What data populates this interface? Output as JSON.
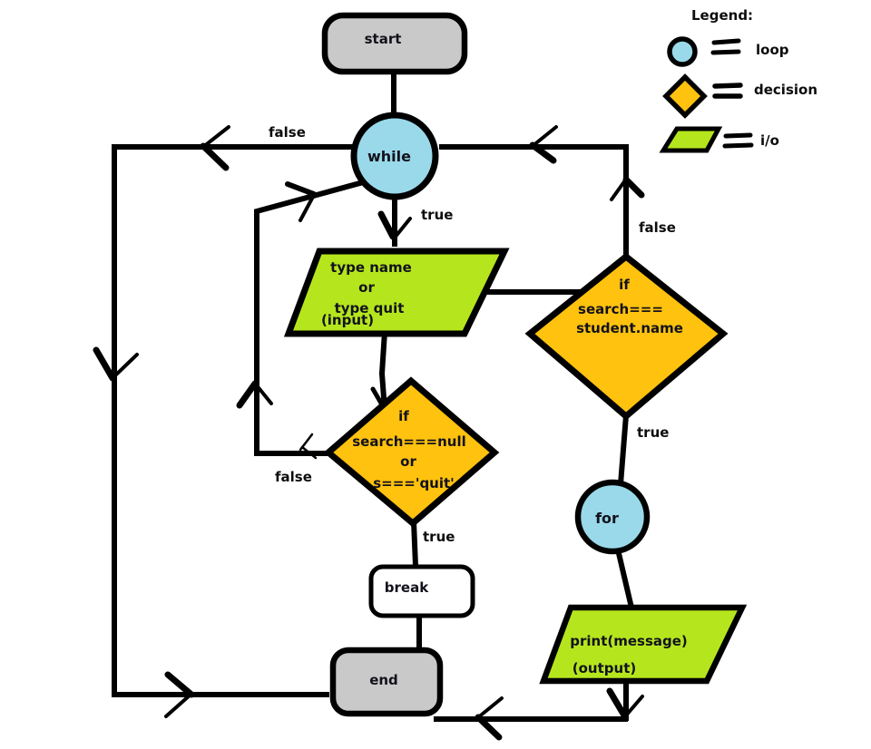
{
  "colors": {
    "loop_fill": "#99D9EA",
    "decision_fill": "#FFC20E",
    "io_fill": "#B5E61D",
    "terminal_fill": "#C9C9C9",
    "process_fill": "#FFFFFF",
    "stroke": "#000000"
  },
  "legend": {
    "title": "Legend:",
    "loop_label": "loop",
    "decision_label": "decision",
    "io_label": "i/o"
  },
  "nodes": {
    "start": {
      "label": "start",
      "type": "terminal"
    },
    "while_loop": {
      "label": "while",
      "type": "loop"
    },
    "input": {
      "lines": [
        "type name",
        "or",
        "type quit",
        "(input)"
      ],
      "type": "io"
    },
    "quit_decision": {
      "lines": [
        "if",
        "search===null",
        "or",
        "s==='quit'"
      ],
      "type": "decision"
    },
    "break_node": {
      "label": "break",
      "type": "process"
    },
    "end": {
      "label": "end",
      "type": "terminal"
    },
    "match_decision": {
      "lines": [
        "if",
        "search===",
        "student.name"
      ],
      "type": "decision"
    },
    "for_loop": {
      "label": "for",
      "type": "loop"
    },
    "output": {
      "lines": [
        "print(message)",
        "(output)"
      ],
      "type": "io"
    }
  },
  "edge_labels": {
    "while_false": "false",
    "while_true": "true",
    "quit_false": "false",
    "quit_true": "true",
    "match_false": "false",
    "match_true": "true"
  }
}
